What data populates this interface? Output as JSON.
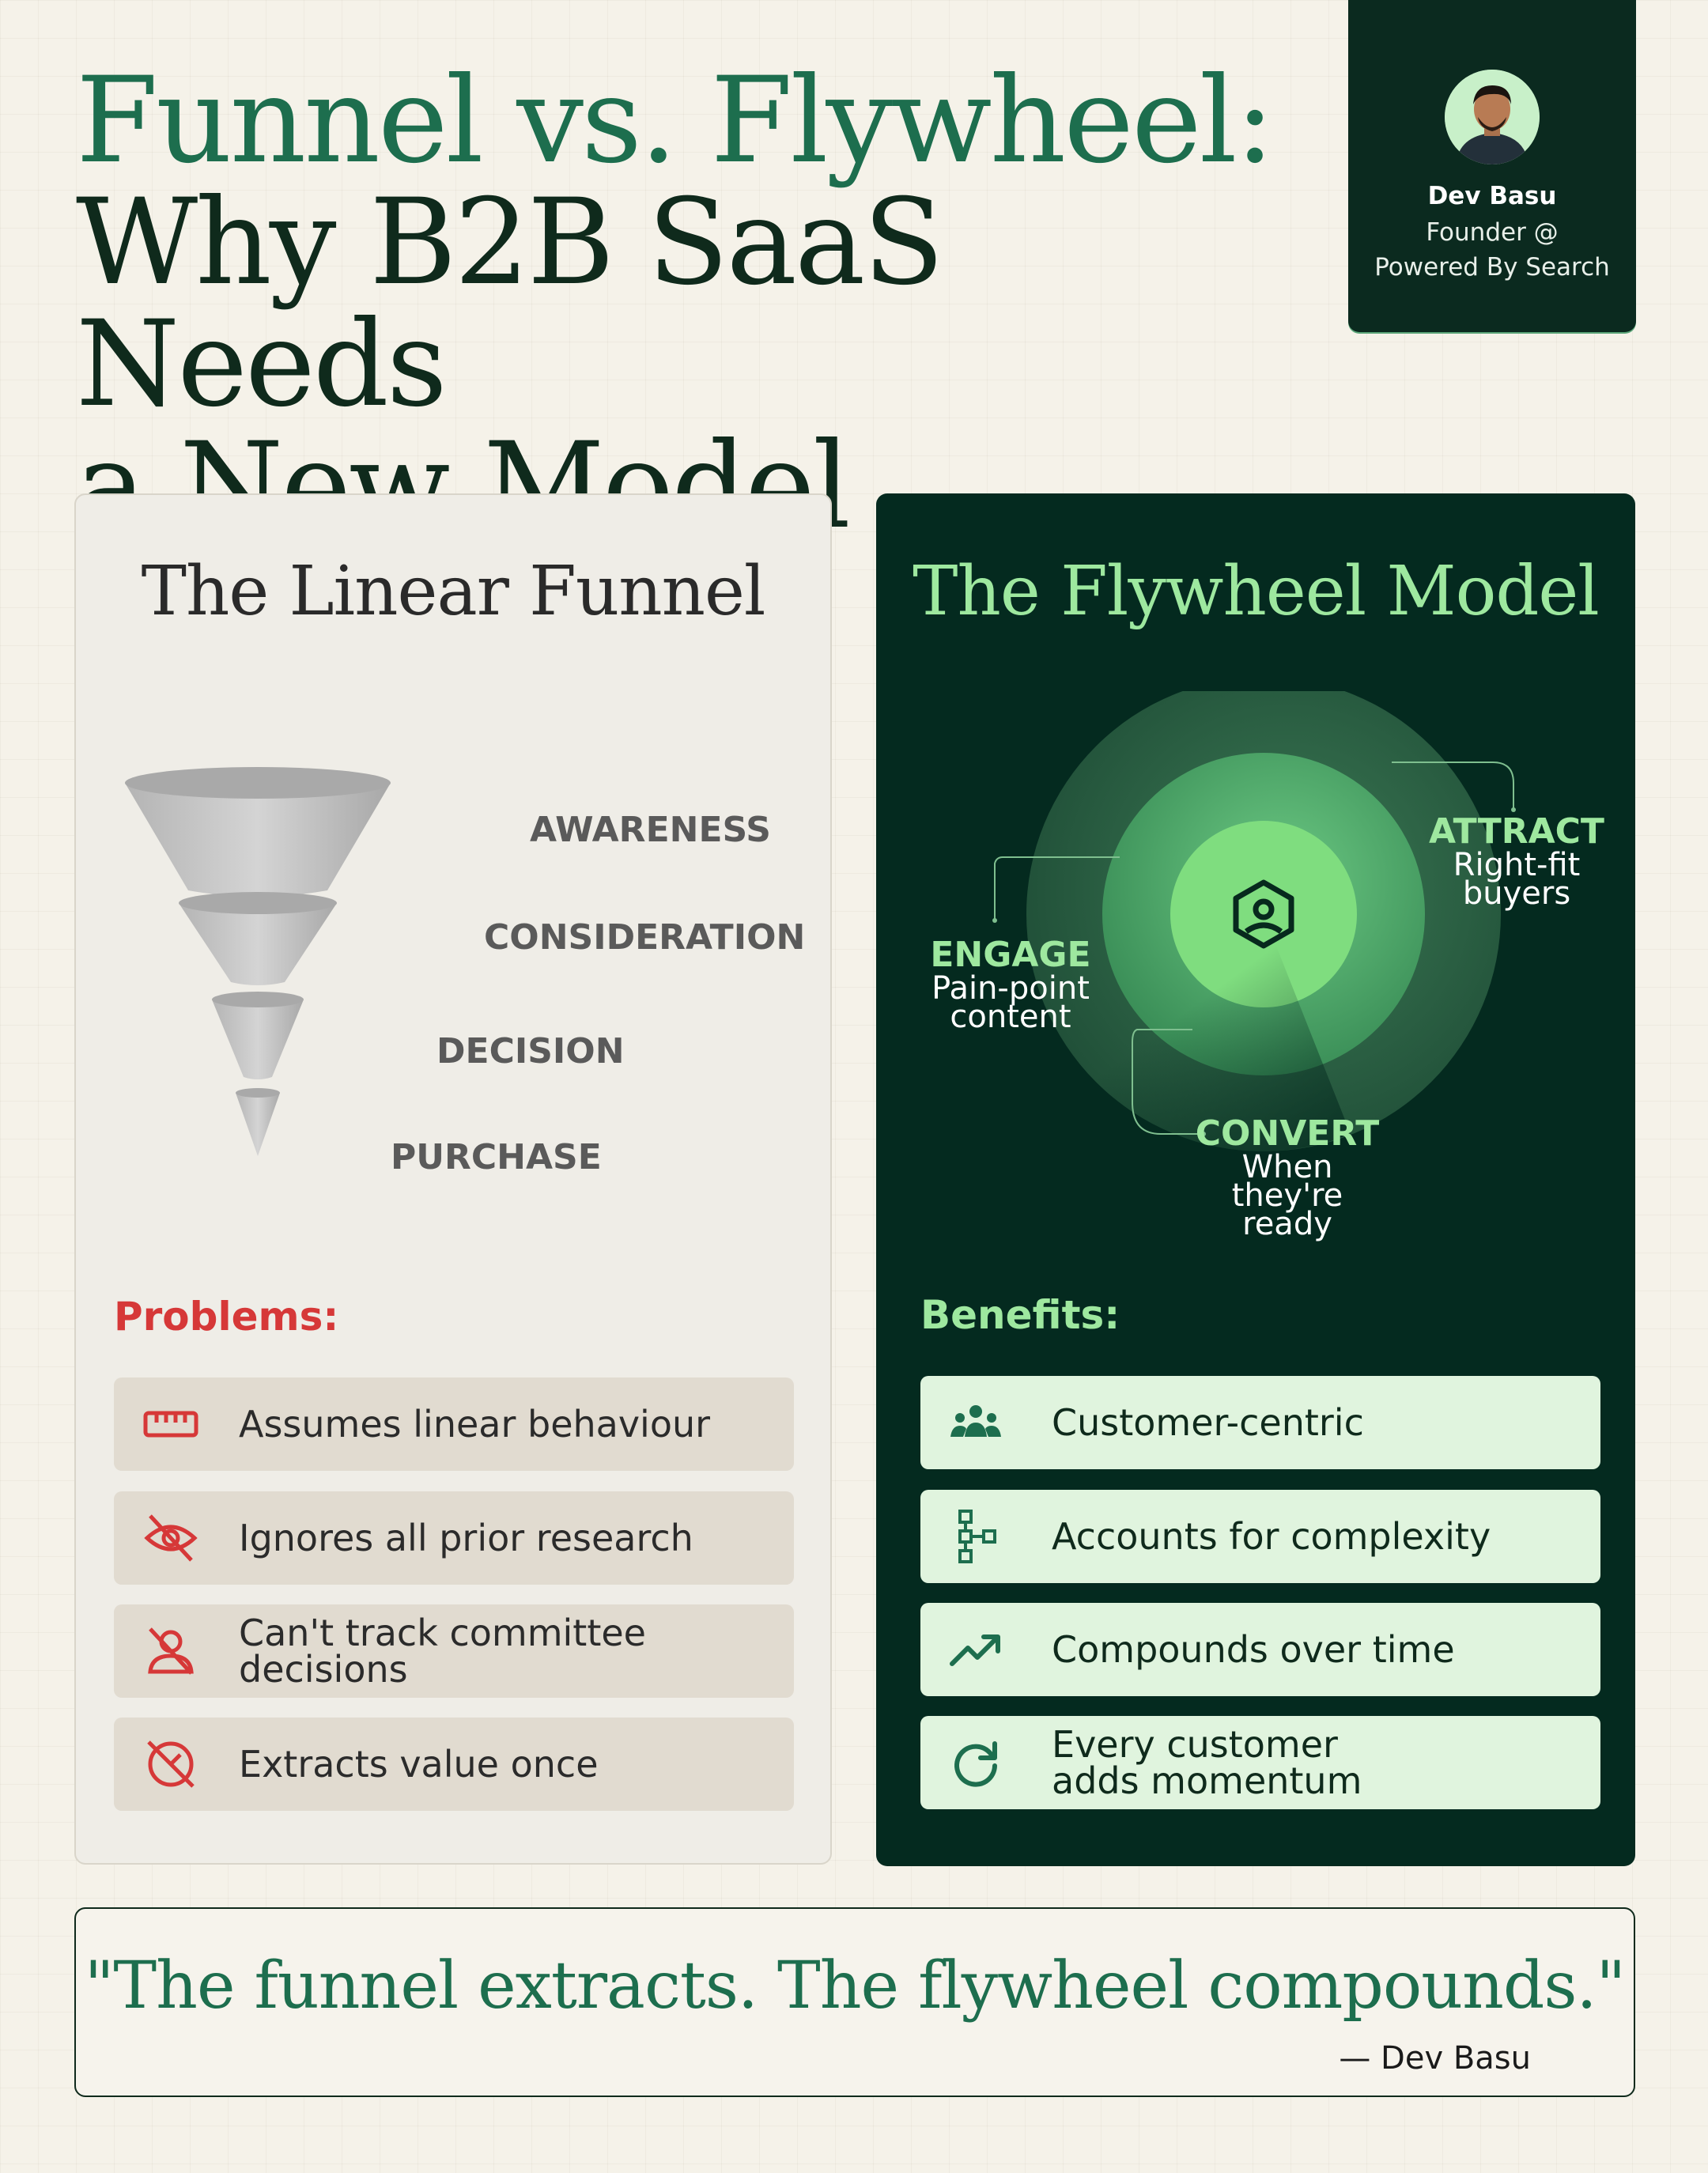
{
  "header": {
    "title_line1": "Funnel vs. Flywheel:",
    "title_line2": "Why B2B SaaS Needs",
    "title_line3": "a New Model"
  },
  "author": {
    "name": "Dev Basu",
    "role": "Founder @ Powered By Search"
  },
  "funnel": {
    "title": "The Linear Funnel",
    "stages": [
      "AWARENESS",
      "CONSIDERATION",
      "DECISION",
      "PURCHASE"
    ],
    "problems_heading": "Problems:",
    "problems": [
      {
        "icon": "ruler-icon",
        "text": "Assumes linear behaviour"
      },
      {
        "icon": "eye-off-icon",
        "text": "Ignores all prior research"
      },
      {
        "icon": "user-off-icon",
        "text": "Can't track committee decisions"
      },
      {
        "icon": "gauge-off-icon",
        "text": "Extracts value once"
      }
    ]
  },
  "flywheel": {
    "title": "The Flywheel Model",
    "attract": {
      "head": "ATTRACT",
      "sub": "Right-fit buyers"
    },
    "engage": {
      "head": "ENGAGE",
      "sub": "Pain-point content"
    },
    "convert": {
      "head": "CONVERT",
      "sub": "When they're ready"
    },
    "benefits_heading": "Benefits:",
    "benefits": [
      {
        "icon": "group-icon",
        "text": "Customer-centric"
      },
      {
        "icon": "hierarchy-icon",
        "text": "Accounts for complexity"
      },
      {
        "icon": "trending-up-icon",
        "text": "Compounds over time"
      },
      {
        "icon": "refresh-icon",
        "text": "Every customer adds momentum"
      }
    ]
  },
  "quote": {
    "text": "\"The funnel extracts. The flywheel compounds.\"",
    "attribution": "— Dev Basu"
  },
  "colors": {
    "brand_green": "#1d6e4e",
    "dark_green": "#042a1f",
    "accent_mint": "#9ee89f",
    "problem_red": "#d63838",
    "background": "#f5f2e9"
  }
}
